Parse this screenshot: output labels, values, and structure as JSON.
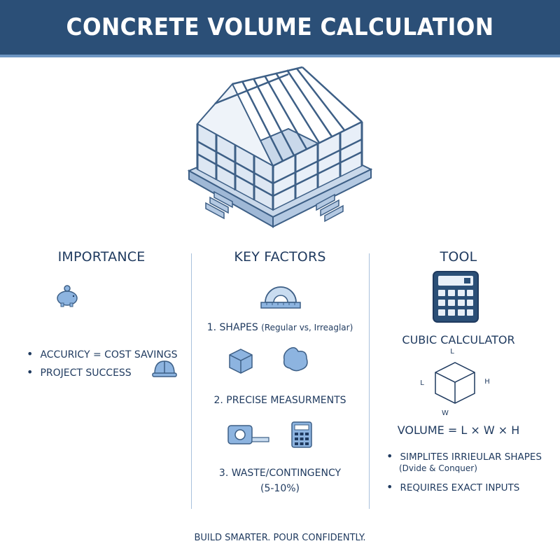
{
  "header": {
    "title": "CONCRETE VOLUME CALCULATION"
  },
  "importance": {
    "title": "IMPORTANCE",
    "bullets": [
      "ACCURICY = COST SAVINGS",
      "PROJECT SUCCESS"
    ]
  },
  "factors": {
    "title": "KEY FACTORS",
    "f1": "1. SHAPES",
    "f1_note": "(Regular vs, Irreaglar)",
    "f2": "2. PRECISE MEASURMENTS",
    "f3": "3. WASTE/CONTINGENCY",
    "f3_note": "(5-10%)"
  },
  "tool": {
    "title": "TOOL",
    "calculator_label": "CUBIC CALCULATOR",
    "dim_top": "L",
    "dim_left": "L",
    "dim_right": "H",
    "dim_bottom": "W",
    "formula": "VOLUME = L × W × H",
    "bullet1": "SIMPLITES IRRIEULAR SHAPES",
    "bullet1_note": "(Dvide & Conquer)",
    "bullet2": "REQUIRES EXACT INPUTS"
  },
  "footer": {
    "tagline": "BUILD SMARTER. POUR CONFIDENTLY."
  },
  "colors": {
    "header_bg": "#2b4f77",
    "accent": "#6d95c2",
    "text": "#1f3a5f",
    "icon_fill": "#8db4e0"
  }
}
